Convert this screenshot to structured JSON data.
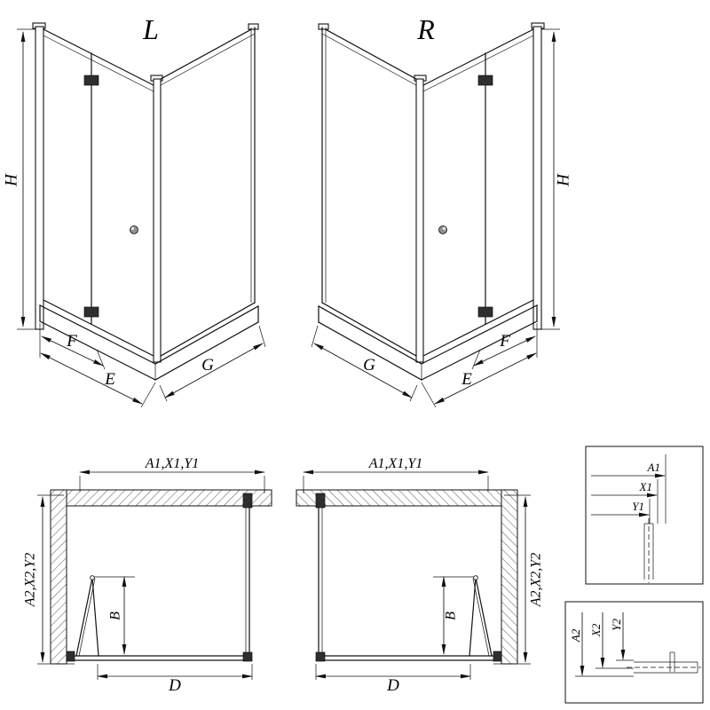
{
  "page": {
    "background": "#ffffff",
    "ink": "#111111"
  },
  "perspective_views": {
    "left": {
      "variant_label": "L",
      "dims": {
        "height": "H",
        "door_segment": "F",
        "door_side_width": "E",
        "fixed_side_width": "G"
      }
    },
    "right": {
      "variant_label": "R",
      "dims": {
        "height": "H",
        "door_segment": "F",
        "door_side_width": "E",
        "fixed_side_width": "G"
      }
    }
  },
  "plan_views": {
    "left": {
      "dims": {
        "front_width": "A1,X1,Y1",
        "side_depth": "A2,X2,Y2",
        "door_fold_depth": "B",
        "tray_width": "D"
      }
    },
    "right": {
      "dims": {
        "front_width": "A1,X1,Y1",
        "side_depth": "A2,X2,Y2",
        "door_fold_depth": "B",
        "tray_width": "D"
      }
    }
  },
  "detail_views": {
    "width_profile_detail": {
      "dims": {
        "outer": "A1",
        "middle": "X1",
        "inner": "Y1"
      }
    },
    "depth_profile_detail": {
      "dims": {
        "outer": "A2",
        "middle": "X2",
        "inner": "Y2"
      }
    }
  }
}
